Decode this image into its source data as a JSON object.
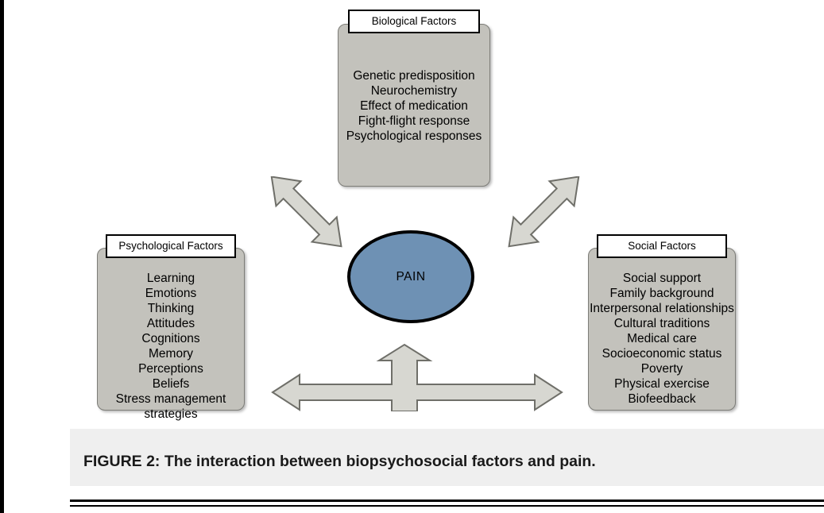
{
  "figure": {
    "caption": "FIGURE 2: The interaction between biopsychosocial factors and pain."
  },
  "center": {
    "label": "PAIN"
  },
  "boxes": {
    "biological": {
      "title": "Biological  Factors",
      "items_text": "Genetic predisposition\nNeurochemistry\nEffect of medication\nFight-flight response\nPsychological responses",
      "items": [
        "Genetic predisposition",
        "Neurochemistry",
        "Effect of medication",
        "Fight-flight response",
        "Psychological responses"
      ]
    },
    "psychological": {
      "title": "Psychological  Factors",
      "items_text": "Learning\nEmotions\nThinking\nAttitudes\nCognitions\nMemory\nPerceptions\nBeliefs\nStress management strategies",
      "items": [
        "Learning",
        "Emotions",
        "Thinking",
        "Attitudes",
        "Cognitions",
        "Memory",
        "Perceptions",
        "Beliefs",
        "Stress management strategies"
      ]
    },
    "social": {
      "title": "Social Factors",
      "items_text": "Social support\nFamily background\nInterpersonal relationships\nCultural traditions\nMedical care\nSocioeconomic status\nPoverty\nPhysical exercise\nBiofeedback",
      "items": [
        "Social support",
        "Family background",
        "Interpersonal relationships",
        "Cultural traditions",
        "Medical care",
        "Socioeconomic status",
        "Poverty",
        "Physical exercise",
        "Biofeedback"
      ]
    }
  },
  "arrows": [
    {
      "name": "arrow-biological-psychological",
      "direction": "double",
      "orientation": "diagonal-down-left"
    },
    {
      "name": "arrow-biological-social",
      "direction": "double",
      "orientation": "diagonal-down-right"
    },
    {
      "name": "arrow-psychological-social",
      "direction": "double",
      "orientation": "horizontal-with-up-stem"
    }
  ],
  "colors": {
    "box_fill": "#c3c2bc",
    "circle_fill": "#6e91b4",
    "arrow_fill": "#d7d7d1",
    "caption_band": "#efefef",
    "outline": "#000000"
  }
}
